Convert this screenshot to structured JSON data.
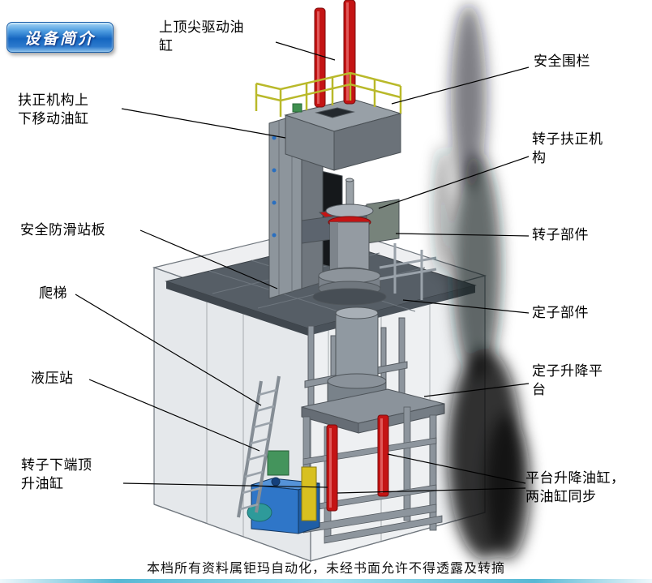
{
  "badge": {
    "text": "设备简介"
  },
  "labels": {
    "top_drive_cylinder": "上顶尖驱动油缸",
    "safety_fence": "安全围栏",
    "centering_move_cylinder": "扶正机构上下移动油缸",
    "rotor_centering_mechanism": "转子扶正机构",
    "anti_slip_plate": "安全防滑站板",
    "rotor_part": "转子部件",
    "ladder": "爬梯",
    "stator_part": "定子部件",
    "hydraulic_station": "液压站",
    "stator_lifting_platform": "定子升降平台",
    "rotor_jacking_cylinder": "转子下端顶升油缸",
    "platform_lifting_cylinders": "平台升降油缸，两油缸同步"
  },
  "footer": {
    "copyright": "本档所有资料属钜玛自动化，未经书面允许不得透露及转摘"
  },
  "colors": {
    "badge_blue": "#1566c0",
    "cylinder_red": "#c41414",
    "railing_yellow": "#b9b92a",
    "hydraulic_blue": "#2f76c8",
    "frame_gray": "#8d959d",
    "platform_gray": "#565e66"
  }
}
